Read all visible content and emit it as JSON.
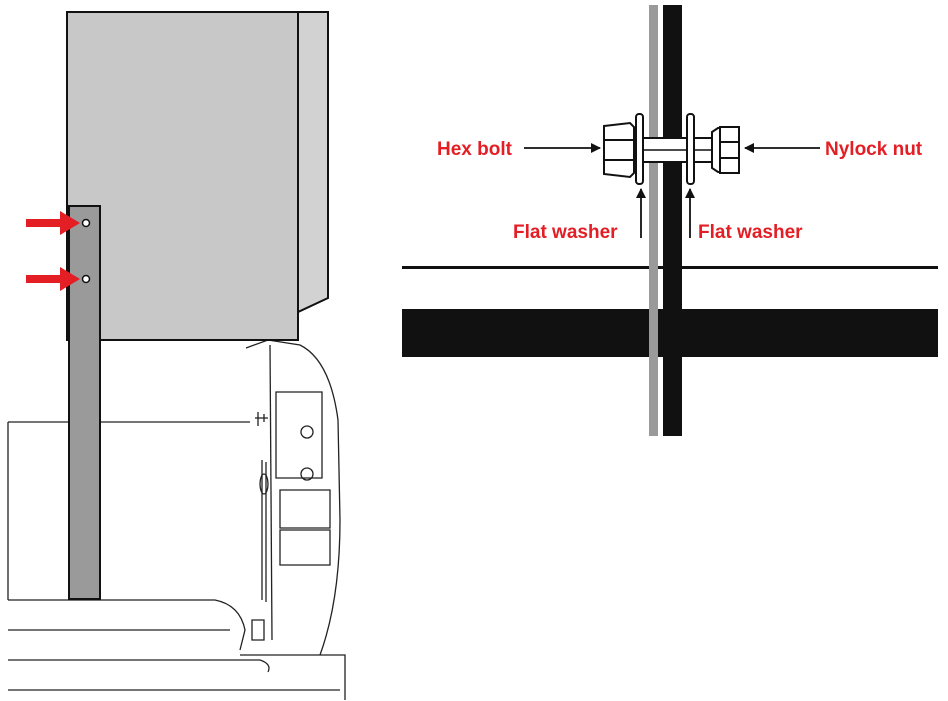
{
  "labels": {
    "hex_bolt": "Hex bolt",
    "nylock_nut": "Nylock nut",
    "flat_washer_left": "Flat washer",
    "flat_washer_right": "Flat washer"
  },
  "colors": {
    "callout_red": "#e31e24",
    "panel_gray": "#c8c8c8",
    "line_black": "#111111",
    "bracket_gray": "#9a9a9a"
  }
}
